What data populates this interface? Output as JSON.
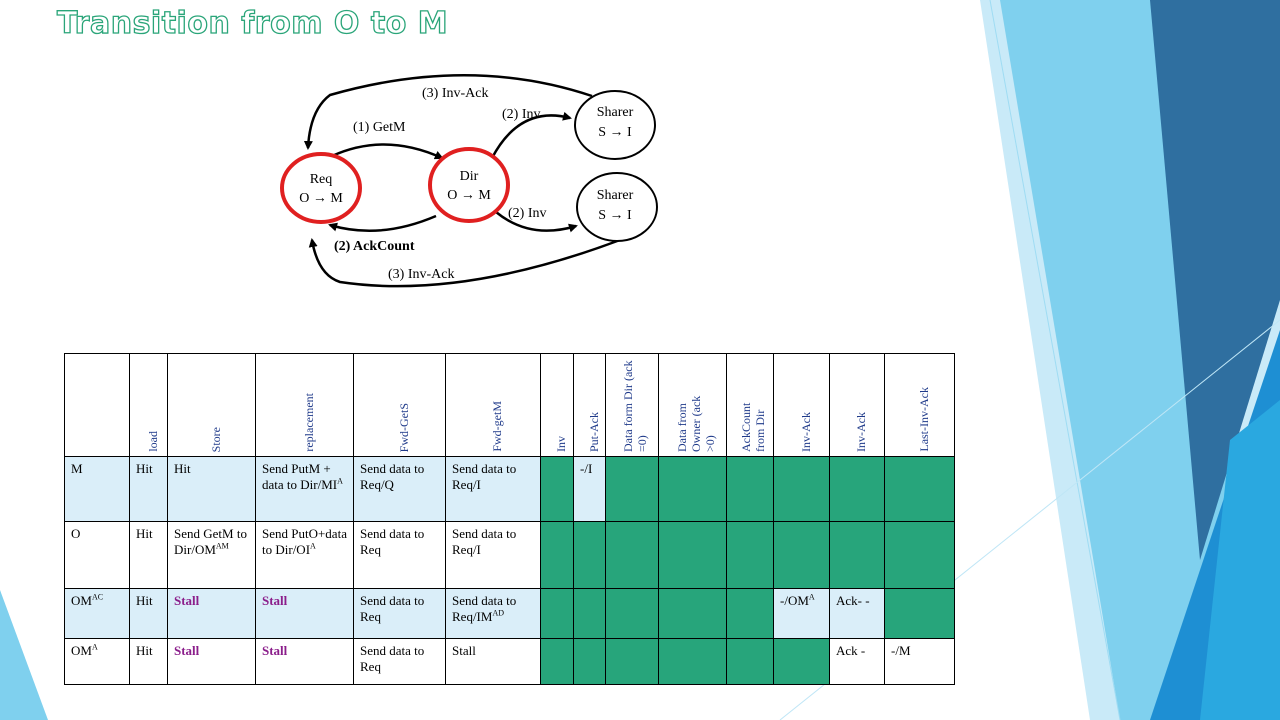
{
  "slide": {
    "title": "Transition from O to M"
  },
  "diagram": {
    "nodes": {
      "req": {
        "name": "Req",
        "state": "O → M"
      },
      "dir": {
        "name": "Dir",
        "state": "O → M"
      },
      "sharer_top": {
        "name": "Sharer",
        "state": "S → I"
      },
      "sharer_bottom": {
        "name": "Sharer",
        "state": "S → I"
      }
    },
    "edges": {
      "getm": "(1) GetM",
      "inv_top": "(2) Inv",
      "inv_bottom": "(2) Inv",
      "ackcount": "(2) AckCount",
      "invack_top": "(3) Inv-Ack",
      "invack_bottom": "(3) Inv-Ack"
    },
    "colors": {
      "highlight": "#e02020",
      "edge": "#000000"
    }
  },
  "table": {
    "headers": [
      "",
      "load",
      "Store",
      "replacement",
      "Fwd-GetS",
      "Fwd-getM",
      "Inv",
      "Put-Ack",
      "Data form Dir (ack =0)",
      "Data from Owner (ack >0)",
      "AckCount from Dir",
      "Inv-Ack",
      "Inv-Ack",
      "Last-Inv-Ack"
    ],
    "rows": [
      {
        "state": "M",
        "state_sup": "",
        "load": "Hit",
        "store": "Hit",
        "replacement": "Send PutM + data to Dir/MI",
        "replacement_sup": "A",
        "fwd_gets": "Send data to Req/Q",
        "fwd_getm": "Send data to Req/I",
        "fwd_getm_sup": "",
        "put_ack": "-/I",
        "inv_ack_1": "",
        "inv_ack_1_sup": "",
        "inv_ack_2": "",
        "last_inv_ack": ""
      },
      {
        "state": "O",
        "state_sup": "",
        "load": "Hit",
        "store": "Send GetM to Dir/OM",
        "store_sup": "AM",
        "replacement": "Send PutO+data to Dir/OI",
        "replacement_sup": "A",
        "fwd_gets": "Send data to Req",
        "fwd_getm": "Send data to Req/I",
        "fwd_getm_sup": "",
        "put_ack": "",
        "inv_ack_1": "",
        "inv_ack_1_sup": "",
        "inv_ack_2": "",
        "last_inv_ack": ""
      },
      {
        "state": "OM",
        "state_sup": "AC",
        "load": "Hit",
        "store": "Stall",
        "replacement": "Stall",
        "fwd_gets": "Send data to Req",
        "fwd_getm": "Send data to Req/IM",
        "fwd_getm_sup": "AD",
        "put_ack": "",
        "inv_ack_1": "-/OM",
        "inv_ack_1_sup": "A",
        "inv_ack_2": "Ack- -",
        "last_inv_ack": ""
      },
      {
        "state": "OM",
        "state_sup": "A",
        "load": "Hit",
        "store": "Stall",
        "replacement": "Stall",
        "fwd_gets": "Send data to Req",
        "fwd_getm": "Stall",
        "fwd_getm_sup": "",
        "put_ack": "",
        "inv_ack_1": "",
        "inv_ack_1_sup": "",
        "inv_ack_2": "Ack -",
        "last_inv_ack": "-/M"
      }
    ],
    "colors": {
      "row_light": "#daeef9",
      "green": "#27a57b",
      "stall": "#8b1e8b",
      "header_text": "#1f3a8a"
    }
  }
}
